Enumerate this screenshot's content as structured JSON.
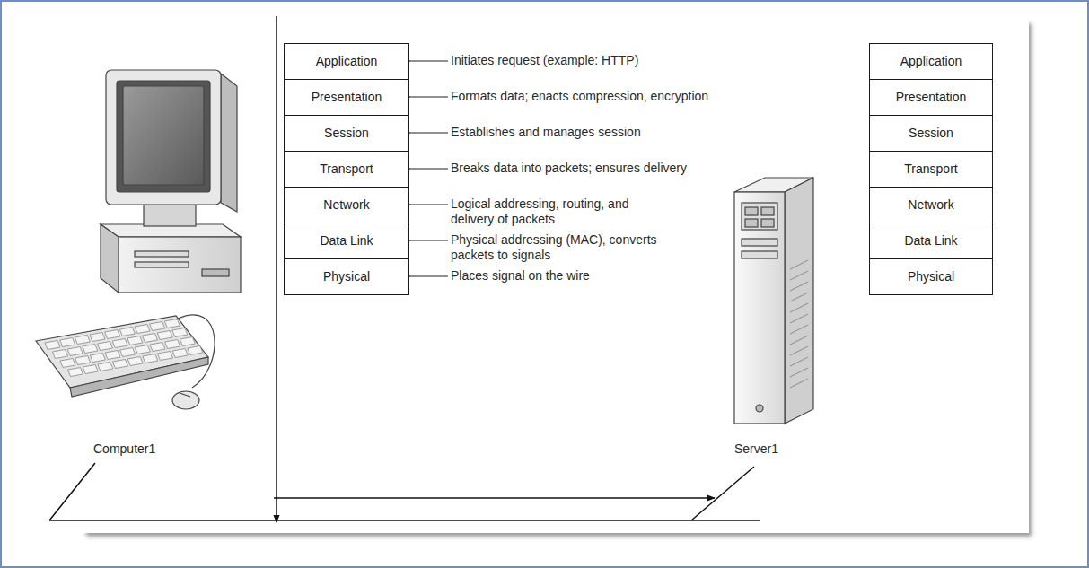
{
  "diagram": {
    "nodes": [
      {
        "text": [
          "Application"
        ]
      },
      {
        "text": [
          "Presentation"
        ]
      },
      {
        "text": [
          "Session"
        ]
      },
      {
        "text": [
          "Transport"
        ]
      },
      {
        "text": [
          "Network"
        ]
      },
      {
        "text": [
          "Data Link"
        ]
      },
      {
        "text": [
          "Physical"
        ]
      },
      {
        "text": [
          "Application"
        ]
      },
      {
        "text": [
          "Presentation"
        ]
      },
      {
        "text": [
          "Session"
        ]
      },
      {
        "text": [
          "Transport"
        ]
      },
      {
        "text": [
          "Network"
        ]
      },
      {
        "text": [
          "Data Link"
        ]
      },
      {
        "text": [
          "Physical"
        ]
      }
    ],
    "labels": [
      "Initiates request (example: HTTP)",
      "Formats data; enacts compression, encryption",
      "Establishes and manages session",
      "Breaks data into packets; ensures delivery",
      "Logical addressing, routing, and delivery of packets",
      "Physical addressing (MAC), converts packets to signals",
      "Places signal on the wire",
      "Computer1",
      "Server1"
    ]
  }
}
